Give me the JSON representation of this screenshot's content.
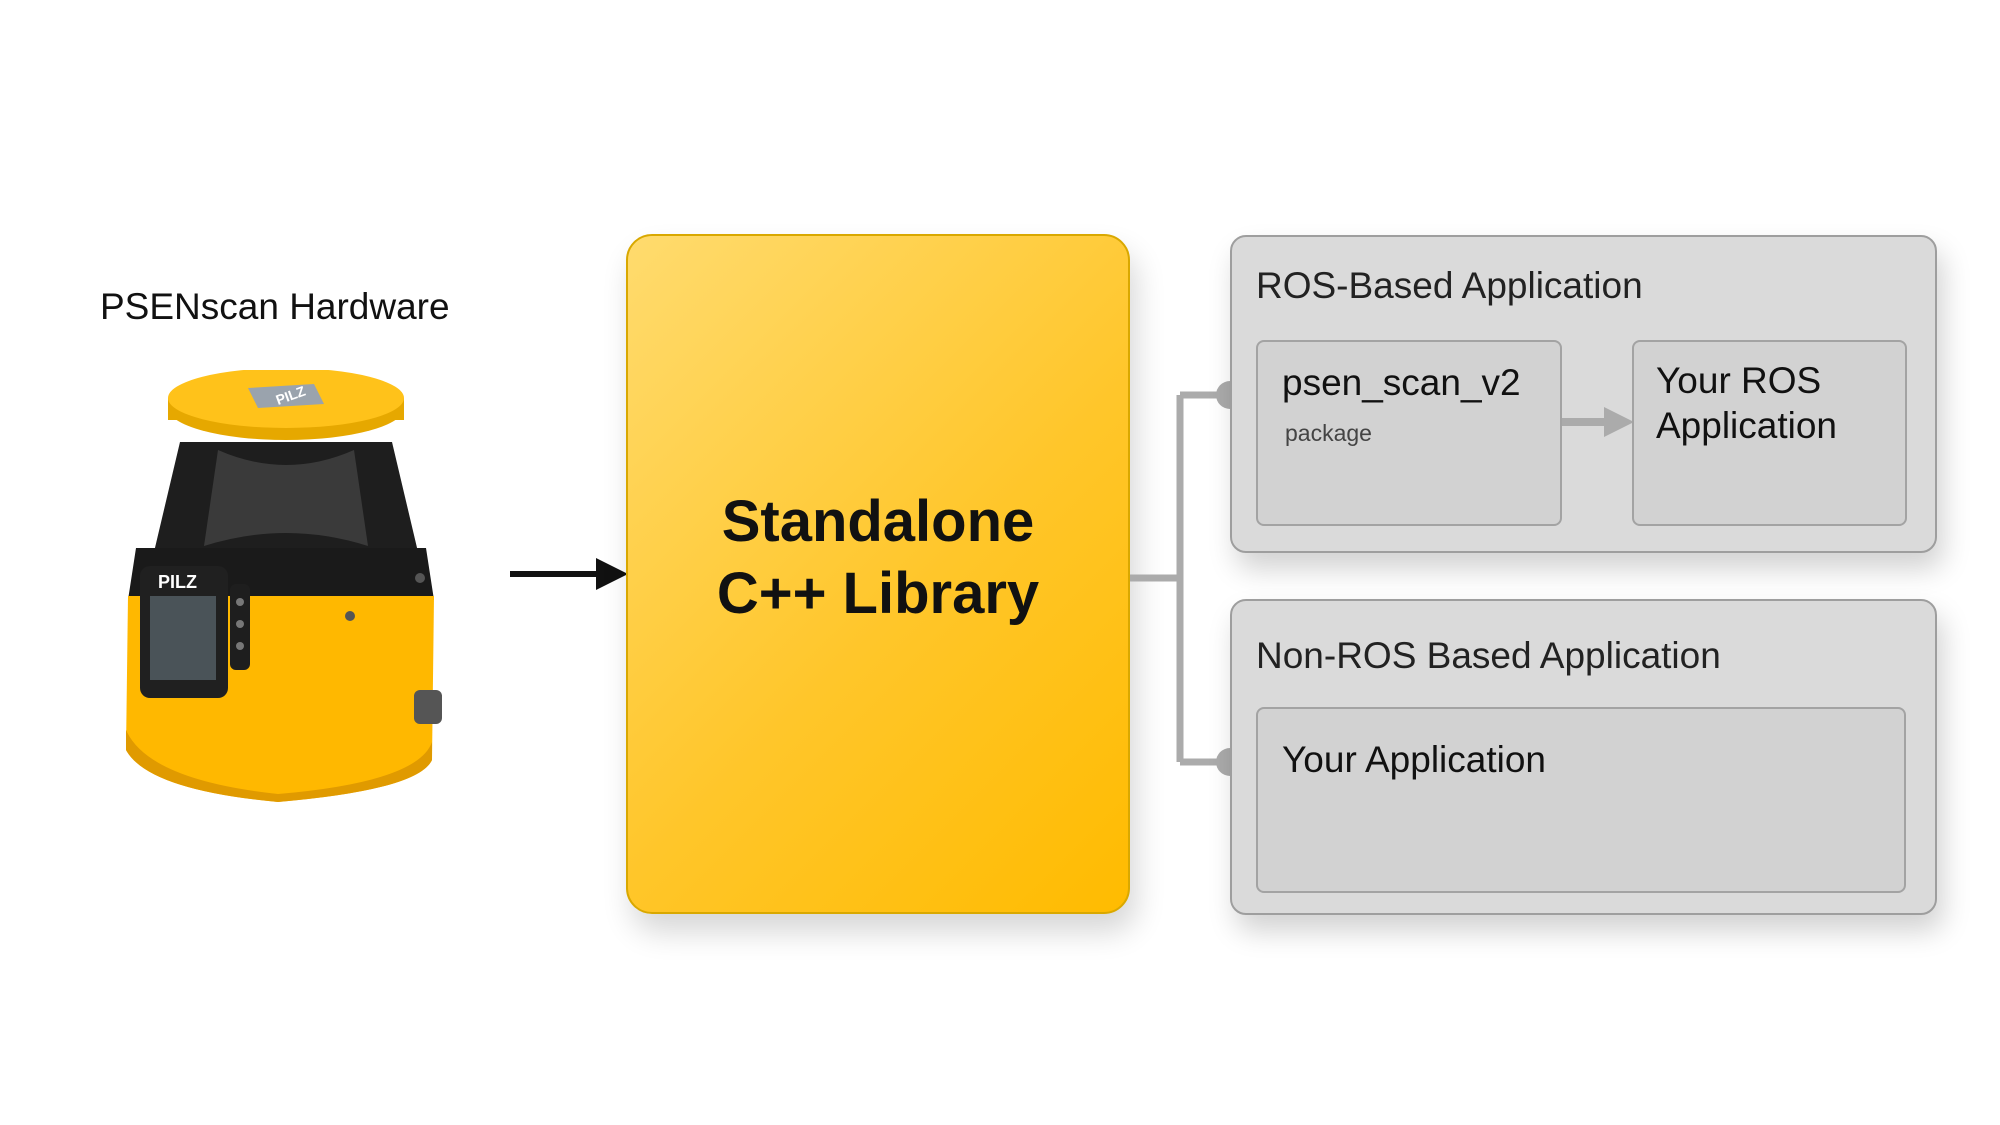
{
  "hardware": {
    "label": "PSENscan Hardware",
    "device_brand": "PILZ",
    "device_icon": "laser-scanner-icon"
  },
  "library": {
    "title_line1": "Standalone",
    "title_line2": "C++ Library"
  },
  "ros_group": {
    "title": "ROS-Based Application",
    "package": {
      "name": "psen_scan_v2",
      "sub": "package"
    },
    "app": {
      "line1": "Your ROS",
      "line2": "Application"
    }
  },
  "nonros_group": {
    "title": "Non-ROS Based Application",
    "app": "Your Application"
  },
  "colors": {
    "library_fill": "#ffc62a",
    "group_fill": "#dadada",
    "connector": "#ababab",
    "arrow": "#111111"
  }
}
